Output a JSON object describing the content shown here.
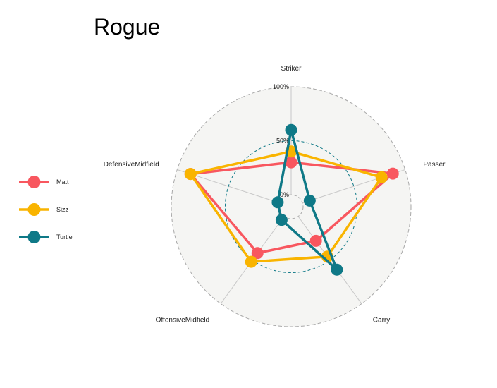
{
  "chart_data": {
    "type": "radar",
    "title": "Rogue",
    "axes": [
      "Striker",
      "Passer",
      "Carry",
      "OffensiveMidfield",
      "DefensiveMidfield"
    ],
    "grid_labels": [
      "0%",
      "50%",
      "100%"
    ],
    "range": [
      0,
      100
    ],
    "series": [
      {
        "name": "Matt",
        "color": "#f8575f",
        "values": [
          30,
          88,
          28,
          42,
          87
        ]
      },
      {
        "name": "Sizz",
        "color": "#f9b400",
        "values": [
          40,
          77,
          46,
          52,
          87
        ]
      },
      {
        "name": "Turtle",
        "color": "#0f7987",
        "values": [
          60,
          7,
          61,
          4,
          2
        ]
      }
    ],
    "legend_position": "left",
    "colors": {
      "background": "#f5f5f3",
      "mid_circle": "#0f7987",
      "grid": "#bdbdbd"
    }
  }
}
